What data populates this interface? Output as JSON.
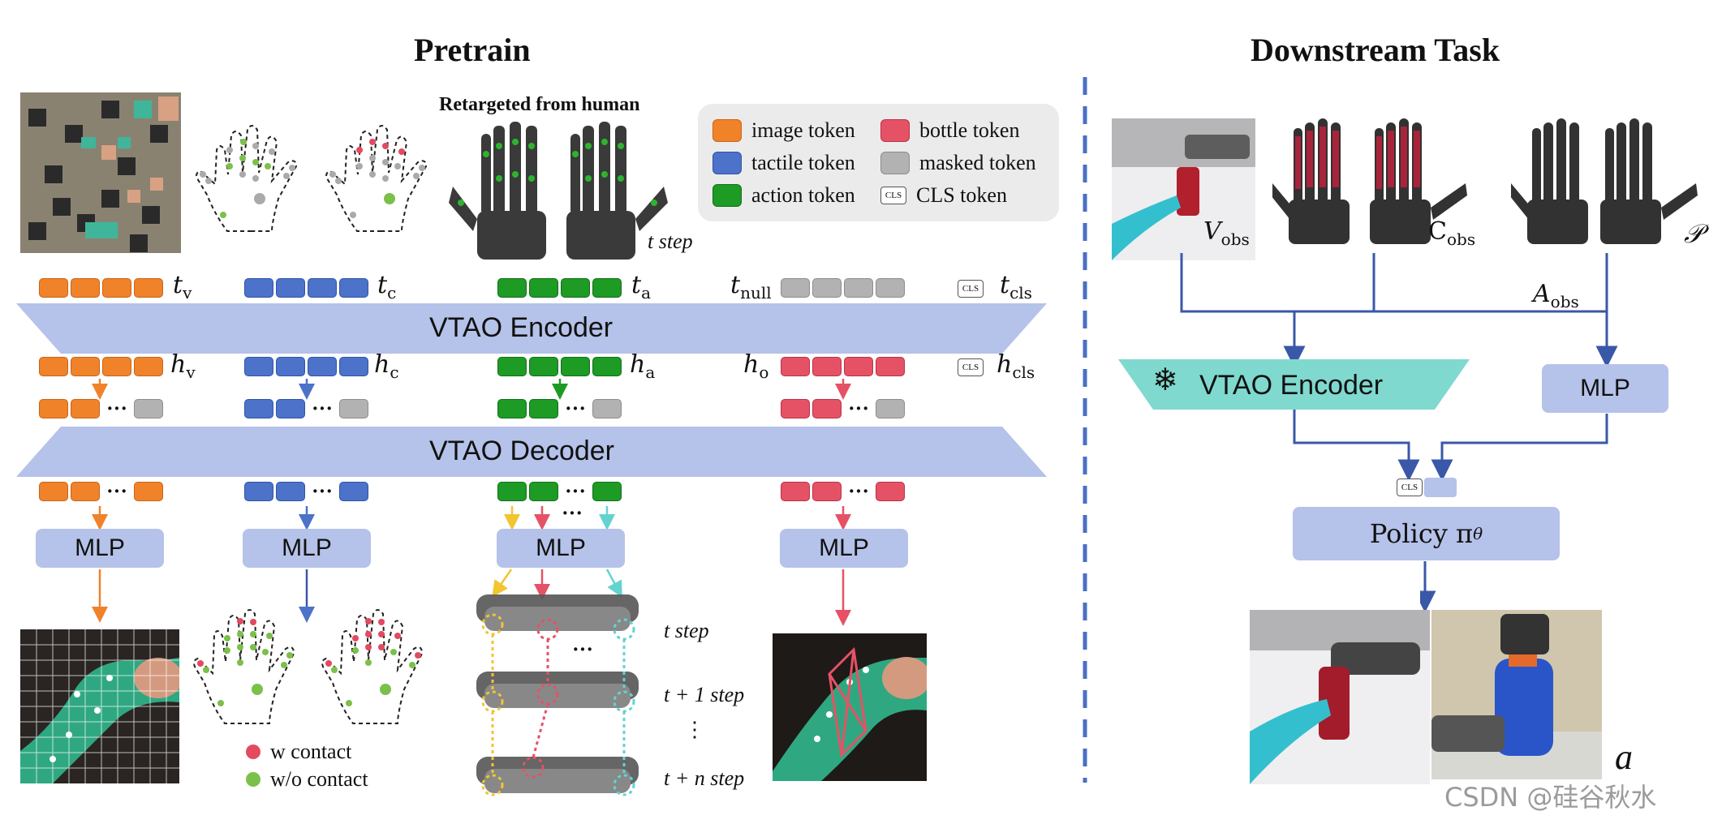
{
  "pretrain": {
    "title": "Pretrain",
    "retargeted_label": "Retargeted from human",
    "t_step": "t step",
    "legend": {
      "image_token": "image token",
      "tactile_token": "tactile token",
      "action_token": "action token",
      "bottle_token": "bottle token",
      "masked_token": "masked token",
      "cls_token": "CLS token",
      "cls_badge": "CLS"
    },
    "tokens_in": {
      "tv": "t",
      "tv_sub": "v",
      "tc": "t",
      "tc_sub": "c",
      "ta": "t",
      "ta_sub": "a",
      "tnull": "t",
      "tnull_sub": "null",
      "tcls": "t",
      "tcls_sub": "cls"
    },
    "encoder_label": "VTAO Encoder",
    "hidden": {
      "hv": "h",
      "hv_sub": "v",
      "hc": "h",
      "hc_sub": "c",
      "ha": "h",
      "ha_sub": "a",
      "ho": "h",
      "ho_sub": "o",
      "hcls": "h",
      "hcls_sub": "cls"
    },
    "decoder_label": "VTAO Decoder",
    "mlp_label": "MLP",
    "dots": "···",
    "vdots": "⋮",
    "steps": {
      "s1": "t step",
      "s2": "t + 1 step",
      "s3": "t + n step"
    },
    "contact_legend": {
      "with": "w contact",
      "without": "w/o contact"
    }
  },
  "downstream": {
    "title": "Downstream Task",
    "v_obs": "V",
    "v_obs_sub": "obs",
    "c_obs": "C",
    "c_obs_sub": "obs",
    "p_label": "𝒫",
    "a_obs": "A",
    "a_obs_sub": "obs",
    "encoder_label": "VTAO Encoder",
    "frozen_icon": "❄",
    "mlp_label": "MLP",
    "policy_label": "Policy π",
    "policy_sub": "θ",
    "action_label": "a",
    "cls_badge": "CLS"
  },
  "watermark": "CSDN @硅谷秋水",
  "colors": {
    "orange": "#f0822a",
    "blue": "#4c72c9",
    "green": "#1d9b25",
    "red": "#e55266",
    "gray": "#b2b2b2",
    "coder": "#b5c2e9",
    "frozen": "#7fd9cf",
    "divider": "#4a6fc4",
    "arrow_blue": "#3a58a8",
    "yellow": "#f2c531",
    "cyan": "#63d3d0"
  }
}
